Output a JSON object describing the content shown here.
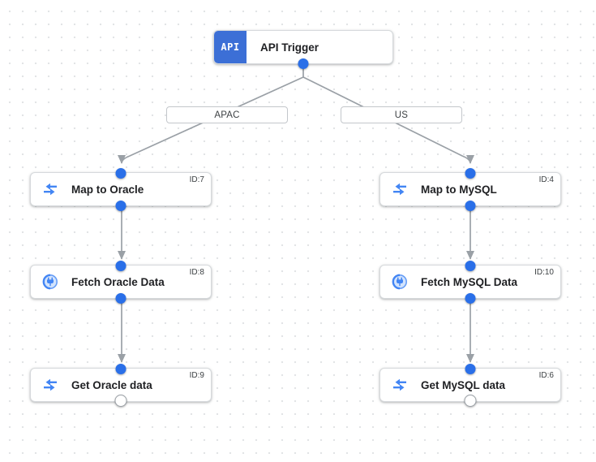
{
  "canvas": {
    "background": "#ffffff",
    "grid_dot_color": "#e2e4e6"
  },
  "colors": {
    "port_blue": "#2a6fe8",
    "trigger_blue": "#3c6fd6",
    "icon_blue": "#4285f4",
    "edge_gray": "#9aa0a6"
  },
  "trigger": {
    "icon_label": "API",
    "title": "API Trigger"
  },
  "branch_labels": {
    "left": "APAC",
    "right": "US"
  },
  "nodes": [
    {
      "id": "ID:7",
      "title": "Map to Oracle",
      "icon": "data-mapping-icon"
    },
    {
      "id": "ID:8",
      "title": "Fetch Oracle Data",
      "icon": "connector-icon"
    },
    {
      "id": "ID:9",
      "title": "Get Oracle data",
      "icon": "data-mapping-icon"
    },
    {
      "id": "ID:4",
      "title": "Map to MySQL",
      "icon": "data-mapping-icon"
    },
    {
      "id": "ID:10",
      "title": "Fetch MySQL Data",
      "icon": "connector-icon"
    },
    {
      "id": "ID:6",
      "title": "Get MySQL data",
      "icon": "data-mapping-icon"
    }
  ]
}
